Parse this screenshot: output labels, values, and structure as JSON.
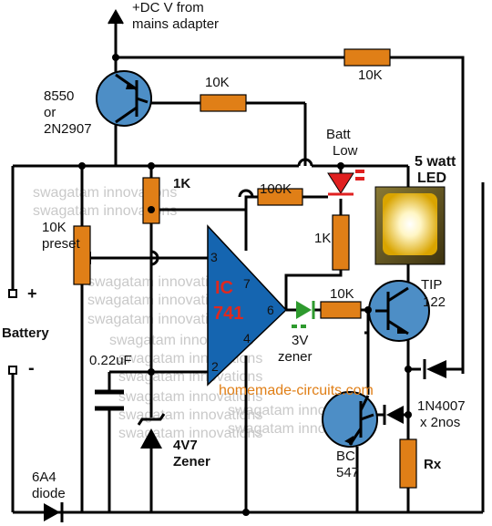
{
  "title": {
    "supply": "+DC V from",
    "supply2": "mains adapter"
  },
  "labels": {
    "q1a": "8550",
    "q1b": "or",
    "q1c": "2N2907",
    "r_top": "10K",
    "r_far": "10K",
    "batt_low_1": "Batt",
    "batt_low_2": "Low",
    "led_1": "5 watt",
    "led_2": "LED",
    "r_1k": "1K",
    "r_100k": "100K",
    "r_1k_led": "1K",
    "preset_1": "10K",
    "preset_2": "preset",
    "pin3": "3",
    "pin7": "7",
    "pin6": "6",
    "pin4": "4",
    "pin2": "2",
    "ic_1": "IC",
    "ic_2": "741",
    "r_10k_base": "10K",
    "zener3v_1": "3V",
    "zener3v_2": "zener",
    "tip_1": "TIP",
    "tip_2": "122",
    "battery": "Battery",
    "plus": "+",
    "minus": "-",
    "cap": "0.22uF",
    "zener47_1": "4V7",
    "zener47_2": "Zener",
    "diode_1": "6A4",
    "diode_2": "diode",
    "bc_1": "BC",
    "bc_2": "547",
    "n4007_1": "1N4007",
    "n4007_2": "x 2nos",
    "rx": "Rx",
    "site": "homemade-circuits.com"
  },
  "watermarks": [
    "swagatam innovations",
    "swagatam innovations",
    "swagatam innovations",
    "swagatam innovations",
    "swagatam innovations",
    "swagatam innovations",
    "swagatam innovations",
    "swagatam innovations",
    "swagatam innovations",
    "swagatam innovations",
    "swagatam innovations",
    "swagatam innovations",
    "swagatam innovations"
  ],
  "colors": {
    "resistor": "#e07f17",
    "transistor": "#4d8ec6",
    "ic": "#1565b0",
    "ic_text": "#e0281e",
    "led_green": "#2e9a2e",
    "led_red": "#e02020",
    "site_text": "#e07f17"
  }
}
